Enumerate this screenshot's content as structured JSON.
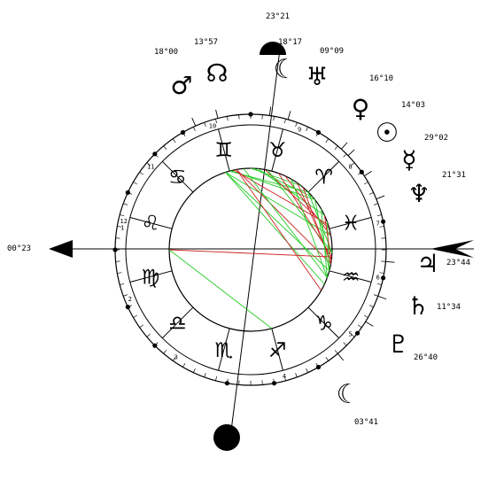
{
  "angles": {
    "ascendant": "00°23",
    "descendant": "23°44",
    "mc": "23°21"
  },
  "zodiac_signs": [
    {
      "name": "aries",
      "glyph": "♈"
    },
    {
      "name": "taurus",
      "glyph": "♉"
    },
    {
      "name": "gemini",
      "glyph": "♊"
    },
    {
      "name": "cancer",
      "glyph": "♋"
    },
    {
      "name": "leo",
      "glyph": "♌"
    },
    {
      "name": "virgo",
      "glyph": "♍"
    },
    {
      "name": "libra",
      "glyph": "♎"
    },
    {
      "name": "scorpio",
      "glyph": "♏"
    },
    {
      "name": "sagittarius",
      "glyph": "♐"
    },
    {
      "name": "capricorn",
      "glyph": "♑"
    },
    {
      "name": "aquarius",
      "glyph": "♒"
    },
    {
      "name": "pisces",
      "glyph": "♓"
    }
  ],
  "houses": [
    "1",
    "2",
    "3",
    "4",
    "5",
    "6",
    "7",
    "8",
    "9",
    "10",
    "11",
    "12"
  ],
  "planets": [
    {
      "name": "mars",
      "glyph": "♂",
      "degree": "18°00"
    },
    {
      "name": "north-node",
      "glyph": "☊",
      "degree": "13°57"
    },
    {
      "name": "moon-top",
      "glyph": "☾",
      "degree": "18°17"
    },
    {
      "name": "uranus",
      "glyph": "♅",
      "degree": "09°09"
    },
    {
      "name": "venus",
      "glyph": "♀",
      "degree": "16°10"
    },
    {
      "name": "sun",
      "glyph": "☉",
      "degree": "14°03"
    },
    {
      "name": "mercury",
      "glyph": "☿",
      "degree": "29°02"
    },
    {
      "name": "neptune",
      "glyph": "♆",
      "degree": "21°31"
    },
    {
      "name": "jupiter",
      "glyph": "♃",
      "degree": ""
    },
    {
      "name": "saturn",
      "glyph": "♄",
      "degree": "11°34"
    },
    {
      "name": "pluto",
      "glyph": "♇",
      "degree": "26°40"
    },
    {
      "name": "moon-bottom",
      "glyph": "☾",
      "degree": "03°41"
    }
  ],
  "colors": {
    "ink": "#000000",
    "aspect_green": "#22cc22",
    "aspect_red": "#cc2222"
  }
}
